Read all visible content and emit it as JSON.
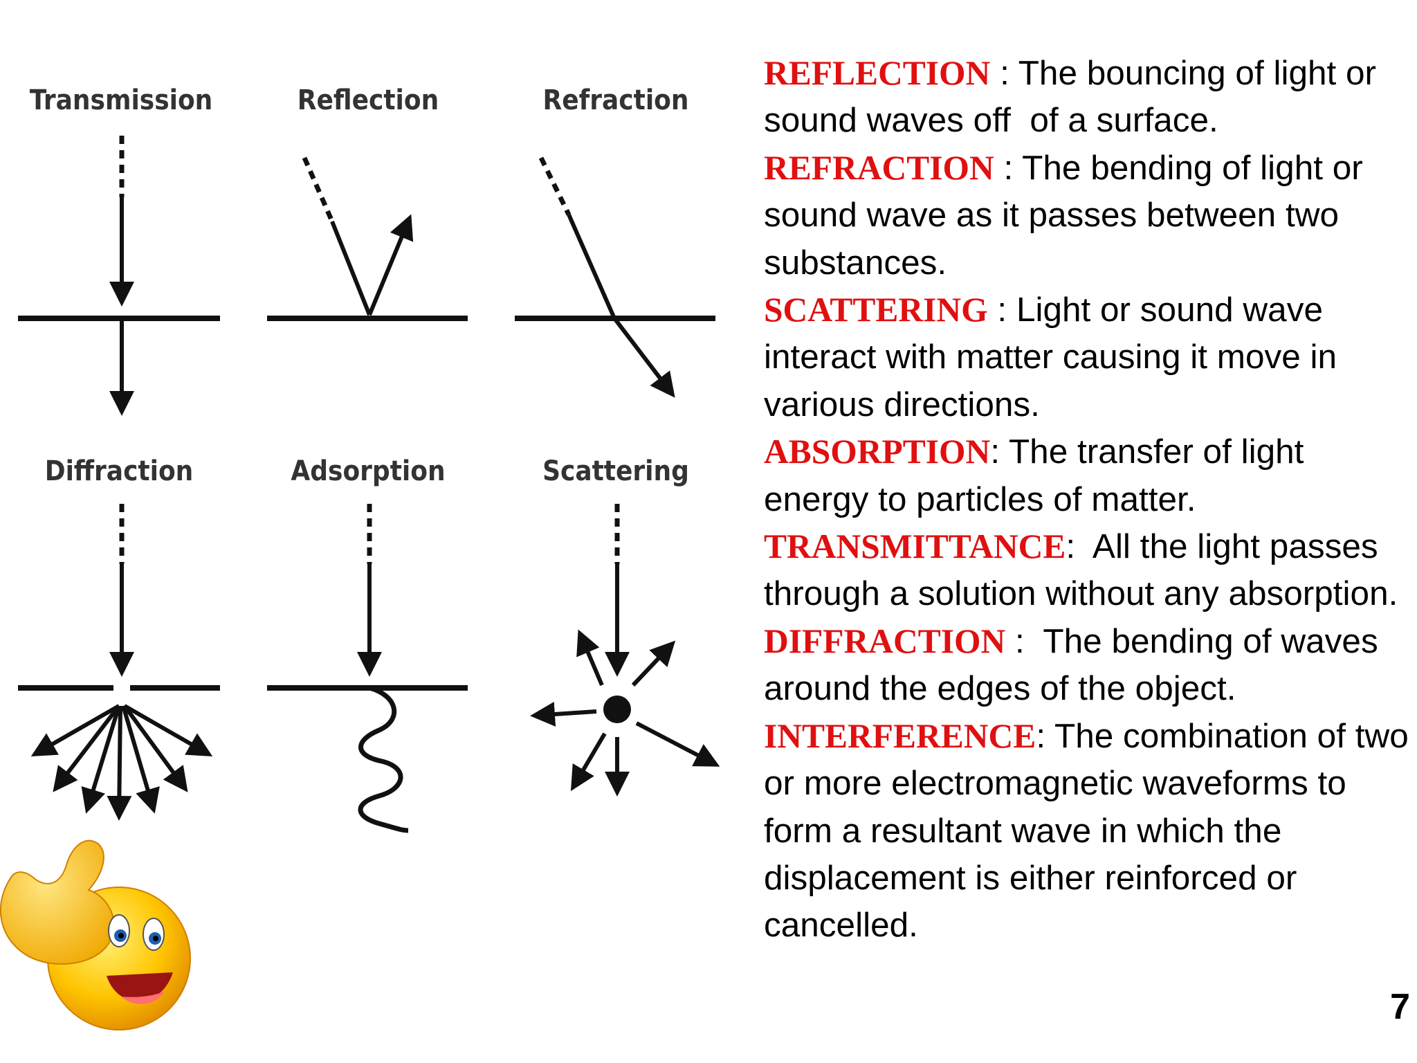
{
  "diagram": {
    "labels": {
      "transmission": "Transmission",
      "reflection": "Reflection",
      "refraction": "Refraction",
      "diffraction": "Diffraction",
      "adsorption": "Adsorption",
      "scattering": "Scattering"
    },
    "colors": {
      "ink": "#111111",
      "label": "#333333"
    }
  },
  "definitions": [
    {
      "term": "REFLECTION",
      "sep": " : ",
      "text": "The bouncing of light or sound waves off  of a surface."
    },
    {
      "term": "REFRACTION",
      "sep": " : ",
      "text": "The bending of light or sound wave as it passes between two substances."
    },
    {
      "term": "SCATTERING",
      "sep": " : ",
      "text": "Light or sound wave interact with matter causing it move in various directions."
    },
    {
      "term": "ABSORPTION",
      "sep": ": ",
      "text": "The transfer of light energy to particles of matter."
    },
    {
      "term": "TRANSMITTANCE",
      "sep": ":  ",
      "text": "All the light passes through a solution without any absorption."
    },
    {
      "term": "DIFFRACTION",
      "sep": " :  ",
      "text": "The bending of waves around the edges of the object."
    },
    {
      "term": "INTERFERENCE",
      "sep": ": ",
      "text": "The combination of two or more electromagnetic waveforms to form a resultant wave in which the displacement is either reinforced or cancelled."
    }
  ],
  "term_color": "#e01010",
  "page_number": "7",
  "emoji": {
    "icon": "thumbs-up-smiley-icon"
  }
}
